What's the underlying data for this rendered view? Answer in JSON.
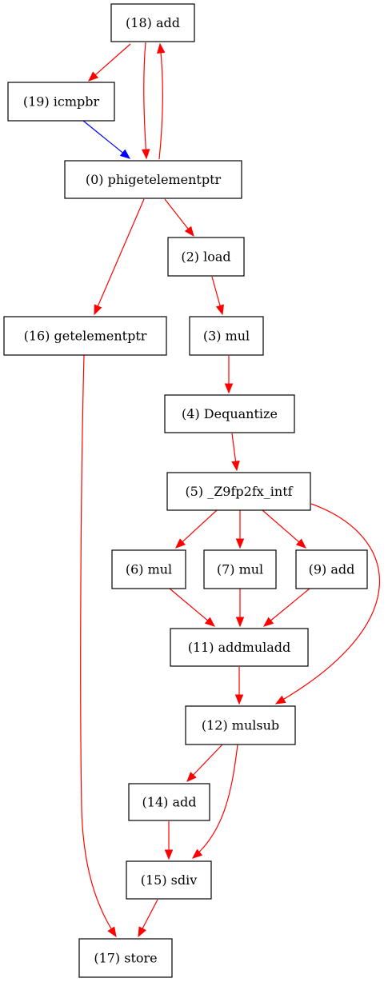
{
  "colors": {
    "data_edge": "#ff0000",
    "control_edge": "#0000ff",
    "node_border": "#000000"
  },
  "nodes": [
    {
      "id": "n18",
      "label": "(18) add"
    },
    {
      "id": "n19",
      "label": "(19) icmpbr"
    },
    {
      "id": "n0",
      "label": "(0) phigetelementptr"
    },
    {
      "id": "n2",
      "label": "(2) load"
    },
    {
      "id": "n16",
      "label": "(16) getelementptr"
    },
    {
      "id": "n3",
      "label": "(3) mul"
    },
    {
      "id": "n4",
      "label": "(4) Dequantize"
    },
    {
      "id": "n5",
      "label": "(5) _Z9fp2fx_intf"
    },
    {
      "id": "n6",
      "label": "(6) mul"
    },
    {
      "id": "n7",
      "label": "(7) mul"
    },
    {
      "id": "n9",
      "label": "(9) add"
    },
    {
      "id": "n11",
      "label": "(11) addmuladd"
    },
    {
      "id": "n12",
      "label": "(12) mulsub"
    },
    {
      "id": "n14",
      "label": "(14) add"
    },
    {
      "id": "n15",
      "label": "(15) sdiv"
    },
    {
      "id": "n17",
      "label": "(17) store"
    }
  ],
  "edges": [
    {
      "from": "n18",
      "to": "n19",
      "kind": "data"
    },
    {
      "from": "n18",
      "to": "n0",
      "kind": "data"
    },
    {
      "from": "n0",
      "to": "n18",
      "kind": "data"
    },
    {
      "from": "n19",
      "to": "n0",
      "kind": "control"
    },
    {
      "from": "n0",
      "to": "n2",
      "kind": "data"
    },
    {
      "from": "n0",
      "to": "n16",
      "kind": "data"
    },
    {
      "from": "n2",
      "to": "n3",
      "kind": "data"
    },
    {
      "from": "n3",
      "to": "n4",
      "kind": "data"
    },
    {
      "from": "n4",
      "to": "n5",
      "kind": "data"
    },
    {
      "from": "n5",
      "to": "n6",
      "kind": "data"
    },
    {
      "from": "n5",
      "to": "n7",
      "kind": "data"
    },
    {
      "from": "n5",
      "to": "n9",
      "kind": "data"
    },
    {
      "from": "n5",
      "to": "n12",
      "kind": "data"
    },
    {
      "from": "n6",
      "to": "n11",
      "kind": "data"
    },
    {
      "from": "n7",
      "to": "n11",
      "kind": "data"
    },
    {
      "from": "n9",
      "to": "n11",
      "kind": "data"
    },
    {
      "from": "n11",
      "to": "n12",
      "kind": "data"
    },
    {
      "from": "n12",
      "to": "n14",
      "kind": "data"
    },
    {
      "from": "n12",
      "to": "n15",
      "kind": "data"
    },
    {
      "from": "n14",
      "to": "n15",
      "kind": "data"
    },
    {
      "from": "n15",
      "to": "n17",
      "kind": "data"
    },
    {
      "from": "n16",
      "to": "n17",
      "kind": "data"
    }
  ]
}
